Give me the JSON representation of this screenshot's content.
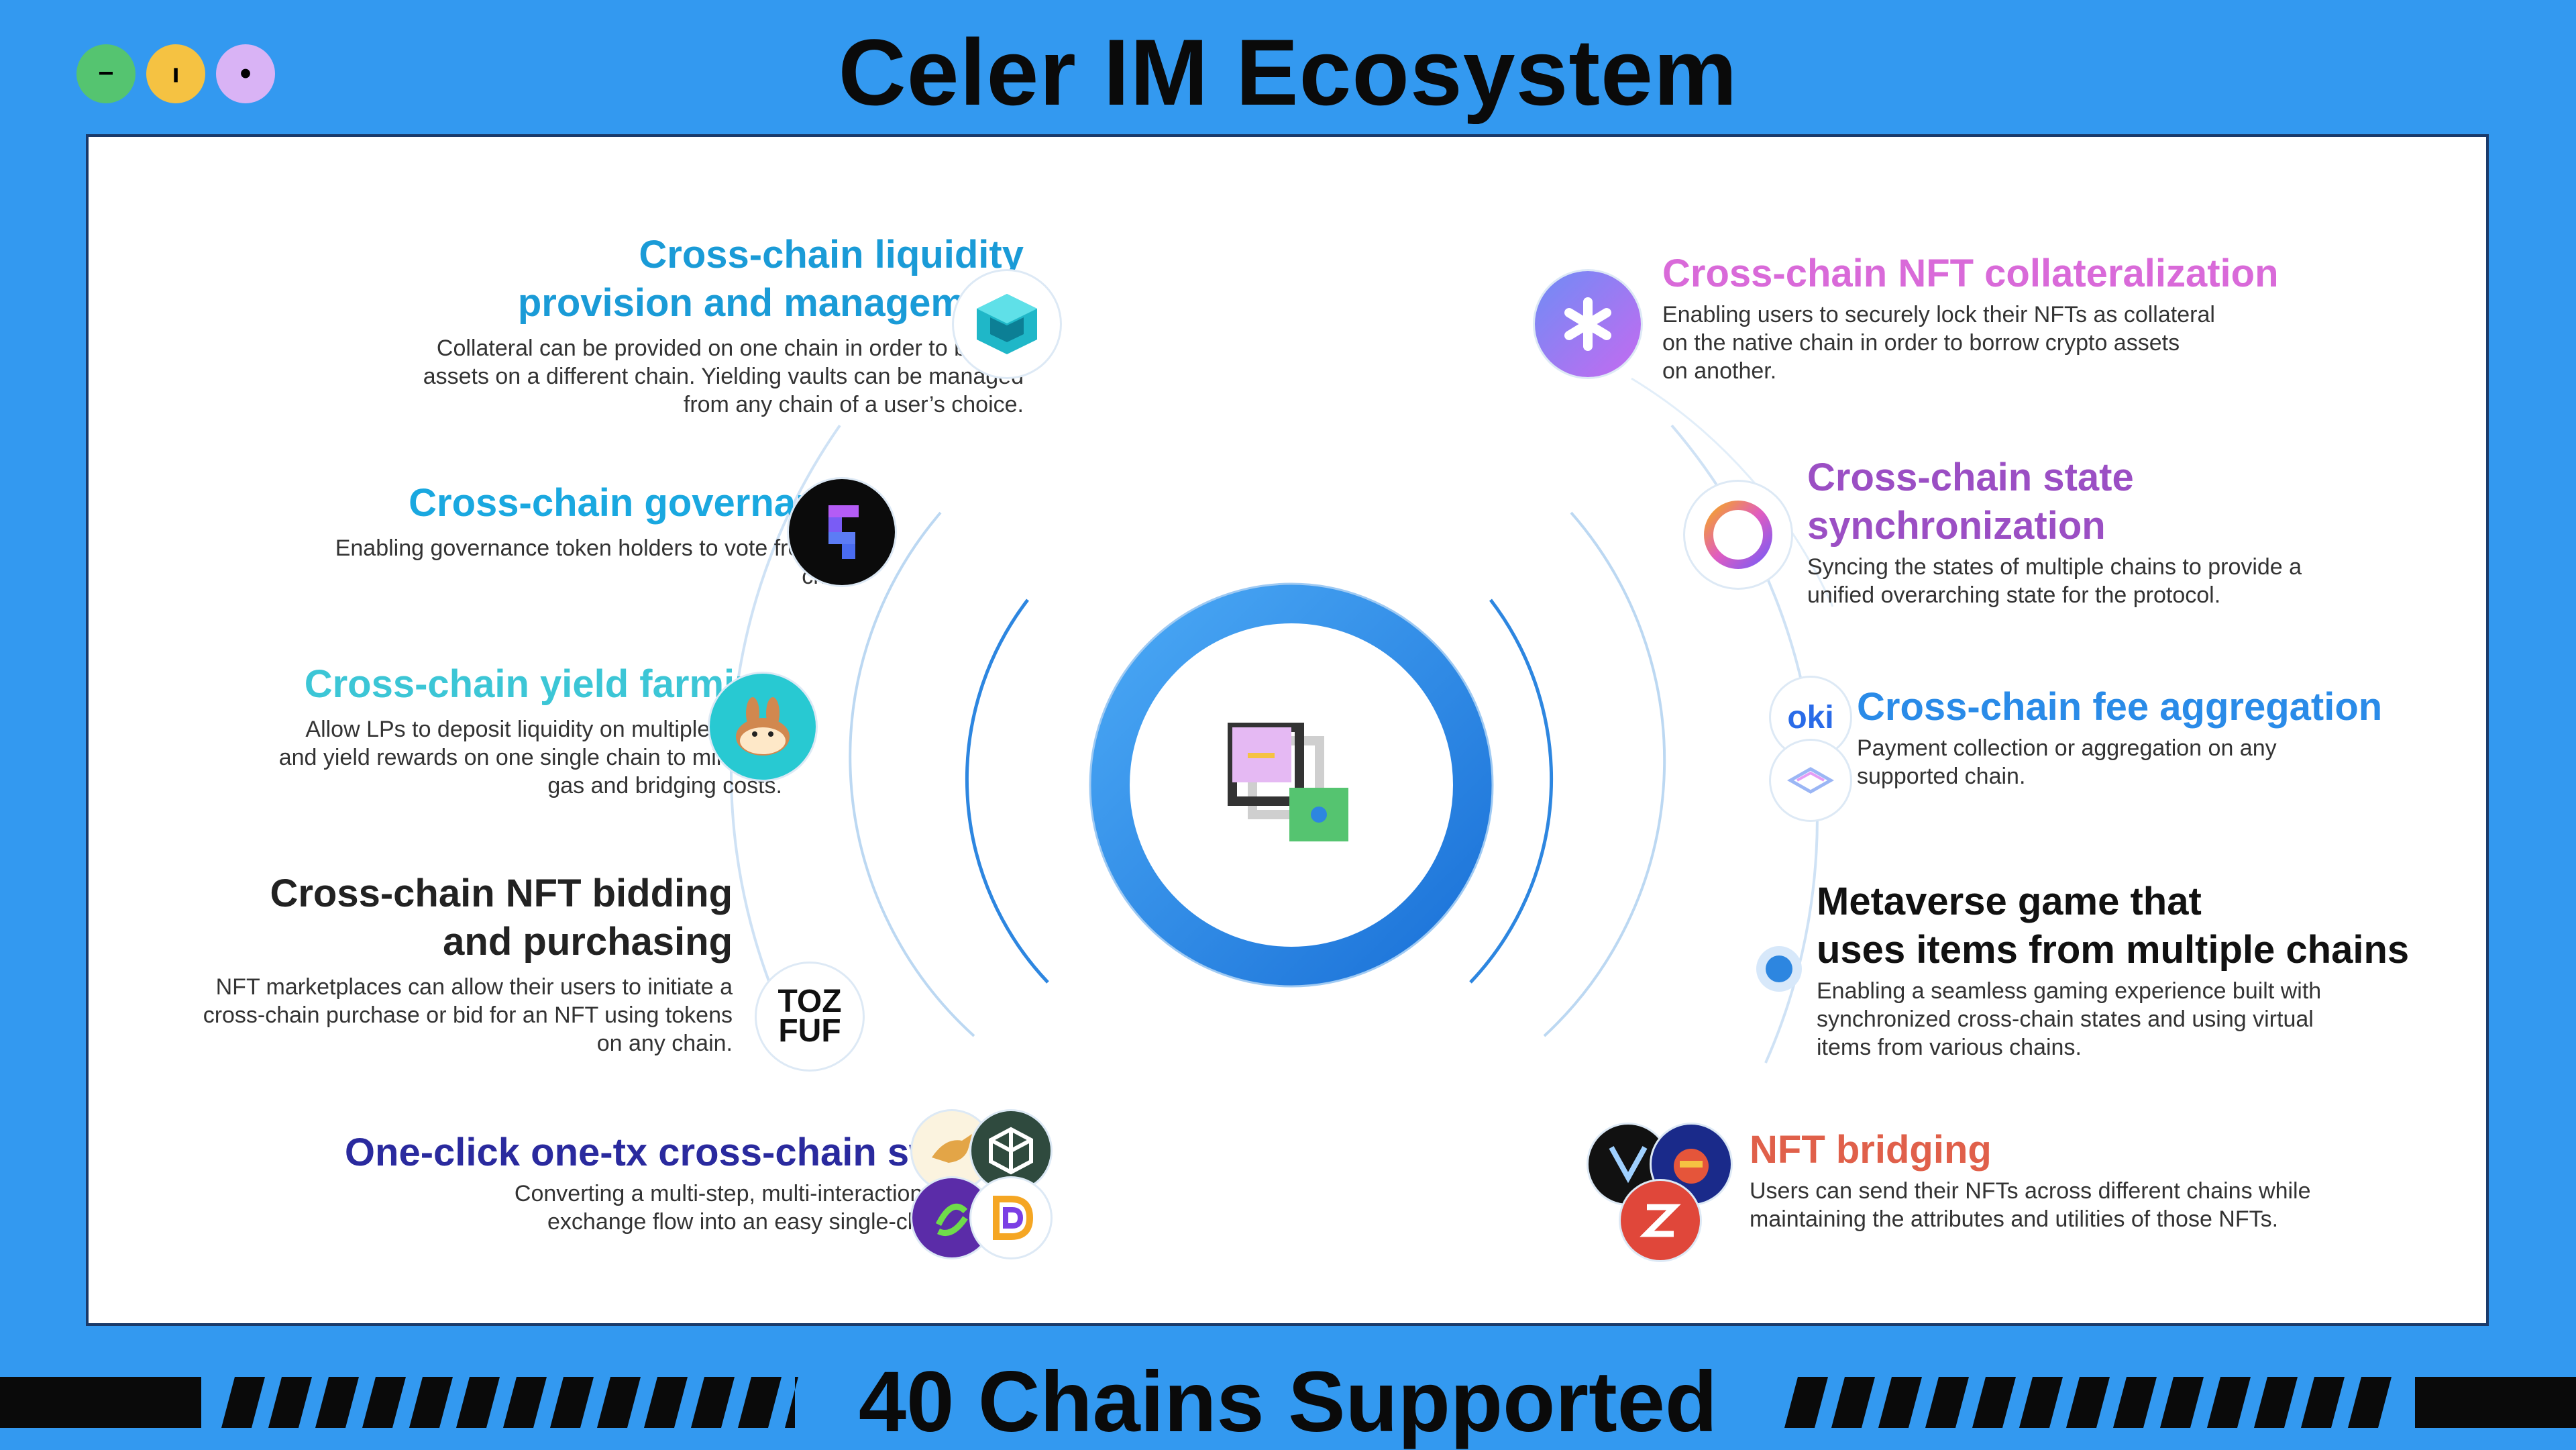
{
  "title": "Celer IM Ecosystem",
  "footer": "40 Chains Supported",
  "window_controls": [
    {
      "symbol": "−",
      "color": "#55c470"
    },
    {
      "symbol": "ı",
      "color": "#f5c242"
    },
    {
      "symbol": "•",
      "color": "#d9b3f5"
    }
  ],
  "features": {
    "liquidity": {
      "title_l1": "Cross-chain liquidity",
      "title_l2": "provision and management",
      "desc_l1": "Collateral can be provided on one chain in order to borrow",
      "desc_l2": "assets on a different chain. Yielding vaults can be managed",
      "desc_l3": "from any chain of a user’s choice.",
      "color": "#1a9bd7"
    },
    "governance": {
      "title": "Cross-chain governance",
      "desc_l1": "Enabling governance token holders to vote from any",
      "desc_l2": "chain.",
      "color": "#1aa8e0"
    },
    "yield": {
      "title": "Cross-chain yield farming",
      "desc_l1": "Allow LPs to deposit liquidity on multiple chains",
      "desc_l2": "and yield rewards on one single chain to minimize",
      "desc_l3": "gas and bridging costs.",
      "color": "#3cc6d6"
    },
    "bidding": {
      "title_l1": "Cross-chain NFT bidding",
      "title_l2": "and purchasing",
      "desc_l1": "NFT marketplaces can allow their users to initiate a",
      "desc_l2": "cross-chain purchase or bid for an NFT using tokens",
      "desc_l3": "on any chain.",
      "color": "#222222"
    },
    "swap": {
      "title": "One-click one-tx cross-chain swap",
      "desc_l1": "Converting a multi-step, multi-interaction token",
      "desc_l2": "exchange flow into an easy single-click UX.",
      "color": "#2a2a9e"
    },
    "collateral": {
      "title": "Cross-chain NFT collateralization",
      "desc_l1": "Enabling users to securely lock their NFTs as collateral",
      "desc_l2": "on the native chain in order to borrow crypto assets",
      "desc_l3": "on another.",
      "color": "#d96ad9"
    },
    "state": {
      "title_l1": "Cross-chain state",
      "title_l2": "synchronization",
      "desc_l1": "Syncing the states of multiple chains to provide a",
      "desc_l2": "unified overarching state for the protocol.",
      "color": "#9b4fc4"
    },
    "fee": {
      "title": "Cross-chain fee aggregation",
      "desc_l1": "Payment collection or aggregation on any",
      "desc_l2": "supported chain.",
      "color": "#2a8be8"
    },
    "metaverse": {
      "title_l1": "Metaverse game that",
      "title_l2": "uses items from multiple chains",
      "desc_l1": "Enabling a seamless gaming experience built with",
      "desc_l2": "synchronized cross-chain states and using virtual",
      "desc_l3": "items from various chains.",
      "color": "#111111"
    },
    "bridging": {
      "title": "NFT bridging",
      "desc_l1": "Users can send their NFTs across different chains while",
      "desc_l2": "maintaining the attributes and utilities of those NFTs.",
      "color": "#e0604a"
    }
  },
  "logos": {
    "tozfuf_l1": "TOZ",
    "tozfuf_l2": "FUF",
    "oki": "oki"
  }
}
